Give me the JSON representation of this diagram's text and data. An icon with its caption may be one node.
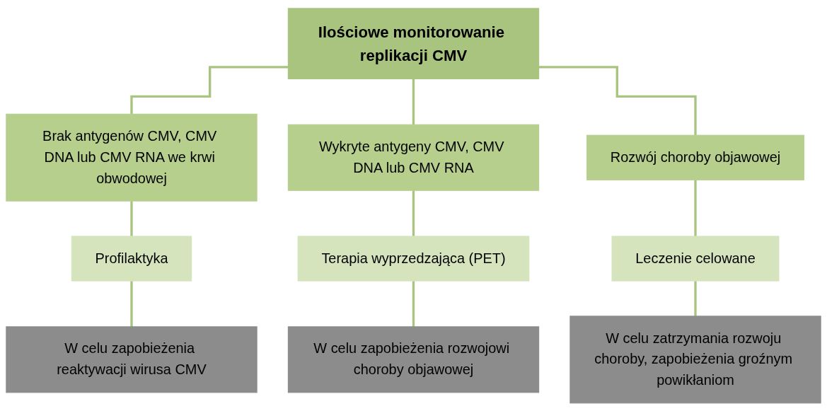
{
  "diagram": {
    "nodes": [
      {
        "text": [
          "Ilościowe monitorowanie replikacji CMV"
        ]
      },
      {
        "text": [
          "Brak antygenów CMV, CMV DNA lub CMV RNA we krwi obwodowej"
        ]
      },
      {
        "text": [
          "Wykryte antygeny CMV, CMV DNA lub CMV RNA"
        ]
      },
      {
        "text": [
          "Rozwój choroby objawowej"
        ]
      },
      {
        "text": [
          "Profilaktyka"
        ]
      },
      {
        "text": [
          "Terapia wyprzedzająca (PET)"
        ]
      },
      {
        "text": [
          "Leczenie celowane"
        ]
      },
      {
        "text": [
          "W celu zapobieżenia reaktywacji wirusa CMV"
        ]
      },
      {
        "text": [
          "W celu zapobieżenia rozwojowi choroby objawowej"
        ]
      },
      {
        "text": [
          "W celu zatrzymania rozwoju choroby, zapobieżenia groźnym powikłaniom"
        ]
      }
    ],
    "edges": [
      {
        "from": 0,
        "to": 1,
        "arrow": "none"
      },
      {
        "from": 0,
        "to": 2,
        "arrow": "none"
      },
      {
        "from": 0,
        "to": 3,
        "arrow": "none"
      },
      {
        "from": 1,
        "to": 4,
        "arrow": "none"
      },
      {
        "from": 2,
        "to": 5,
        "arrow": "none"
      },
      {
        "from": 3,
        "to": 6,
        "arrow": "none"
      },
      {
        "from": 4,
        "to": 7,
        "arrow": "none"
      },
      {
        "from": 5,
        "to": 8,
        "arrow": "none"
      },
      {
        "from": 6,
        "to": 9,
        "arrow": "none"
      }
    ]
  }
}
